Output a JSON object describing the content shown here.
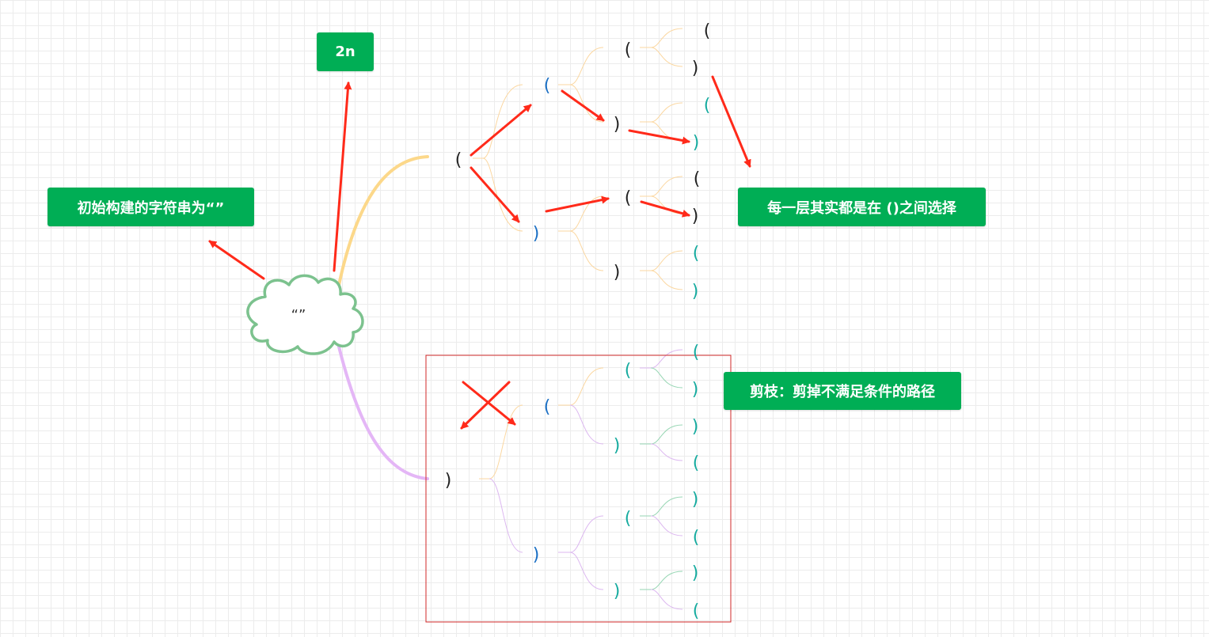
{
  "root": {
    "text": "“”"
  },
  "labels": {
    "init": "初始构建的字符串为“”",
    "count": "2n",
    "layer": "每一层其实都是在 ()之间选择",
    "prune": "剪枝：剪掉不满足条件的路径"
  },
  "tree": {
    "open": {
      "text": "(",
      "open": {
        "text": "(",
        "open": {
          "text": "(",
          "leaves": [
            "(",
            ")"
          ]
        },
        "close": {
          "text": ")",
          "leaves": [
            "(",
            ")"
          ]
        }
      },
      "close": {
        "text": ")",
        "open": {
          "text": "(",
          "leaves": [
            "(",
            ")"
          ]
        },
        "close": {
          "text": ")",
          "leaves": [
            "(",
            ")"
          ]
        }
      }
    },
    "close": {
      "text": ")",
      "open": {
        "text": "(",
        "open": {
          "text": "(",
          "leaves": [
            "(",
            ")"
          ]
        },
        "close": {
          "text": ")",
          "leaves": [
            ")",
            "("
          ]
        }
      },
      "close": {
        "text": ")",
        "open": {
          "text": "(",
          "leaves": [
            ")",
            "("
          ]
        },
        "close": {
          "text": ")",
          "leaves": [
            ")",
            "("
          ]
        }
      }
    }
  },
  "colors": {
    "label_bg": "#00ae55",
    "arrow": "#ff2a1a",
    "cloud": "#7cc28e",
    "branch_open": "#fcd88a",
    "branch_close": "#e4b6f6",
    "connector_orange": "#fbd7a0",
    "connector_purple": "#dcb7f0",
    "connector_green": "#96d6b3",
    "blue_text": "#1a6fc4",
    "teal_text": "#16ab9f",
    "dark_text": "#222222",
    "prune_border": "#d12a2a"
  }
}
